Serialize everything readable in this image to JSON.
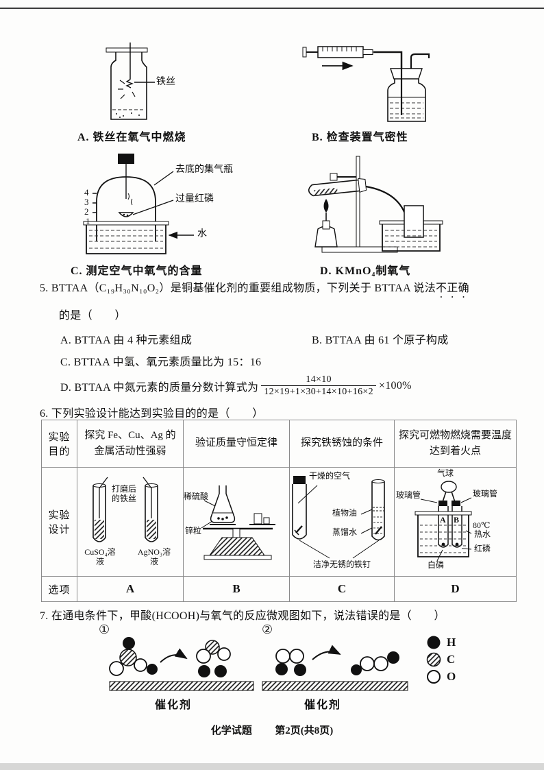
{
  "apparatus": {
    "a": {
      "caption": "A. 铁丝在氧气中燃烧",
      "wire_label": "铁丝"
    },
    "b": {
      "caption": "B. 检查装置气密性"
    },
    "c": {
      "caption": "C. 测定空气中氧气的含量",
      "jar_label": "去底的集气瓶",
      "phosphorus_label": "过量红磷",
      "water_label": "水",
      "scale_marks": [
        "4",
        "3",
        "2",
        "1"
      ]
    },
    "d": {
      "caption": "D. KMnO₄制氧气"
    }
  },
  "q5": {
    "stem_part1": "5. BTTAA（C₁₉H₃₀N₁₀O₂）是铜基催化剂的重要组成物质，下列关于 BTTAA 说法",
    "stem_emphasis": "不正确",
    "stem_line2": "的是（　　）",
    "option_a": "A. BTTAA 由 4 种元素组成",
    "option_b": "B. BTTAA 由 61 个原子构成",
    "option_c": "C. BTTAA 中氢、氧元素质量比为 15：16",
    "option_d_prefix": "D. BTTAA 中氮元素的质量分数计算式为",
    "fraction_numerator": "14×10",
    "fraction_denominator": "12×19+1×30+14×10+16×2",
    "option_d_suffix": "×100%"
  },
  "q6": {
    "stem": "6. 下列实验设计能达到实验目的的是（　　）",
    "row_label_purpose": "实验目的",
    "row_label_design": "实验设计",
    "row_label_option": "选项",
    "purposes": [
      "探究 Fe、Cu、Ag 的金属活动性强弱",
      "验证质量守恒定律",
      "探究铁锈蚀的条件",
      "探究可燃物燃烧需要温度达到着火点"
    ],
    "option_letters": [
      "A",
      "B",
      "C",
      "D"
    ],
    "design_a": {
      "wire": "打磨后的铁丝",
      "left_solution": "CuSO₄溶液",
      "right_solution": "AgNO₃溶液"
    },
    "design_b": {
      "acid": "稀硫酸",
      "zinc": "锌粒"
    },
    "design_c": {
      "air": "干燥的空气",
      "oil": "植物油",
      "water": "蒸馏水",
      "nails": "洁净无锈的铁钉"
    },
    "design_d": {
      "balloon": "气球",
      "glass_tube_left": "玻璃管",
      "glass_tube_right": "玻璃管",
      "tube_a": "A",
      "tube_b": "B",
      "temp": "80℃",
      "hot_water": "热水",
      "red_phosphorus": "红磷",
      "white_phosphorus": "白磷"
    }
  },
  "q7": {
    "stem": "7. 在通电条件下，甲酸(HCOOH)与氧气的反应微观图如下，说法错误的是（　　）",
    "step1_label": "①",
    "step2_label": "②",
    "catalyst1_label": "催化剂",
    "catalyst2_label": "催化剂",
    "legend": {
      "h": "H",
      "c": "C",
      "o": "O"
    }
  },
  "footer": {
    "left": "化学试题",
    "right": "第2页(共8页)"
  }
}
